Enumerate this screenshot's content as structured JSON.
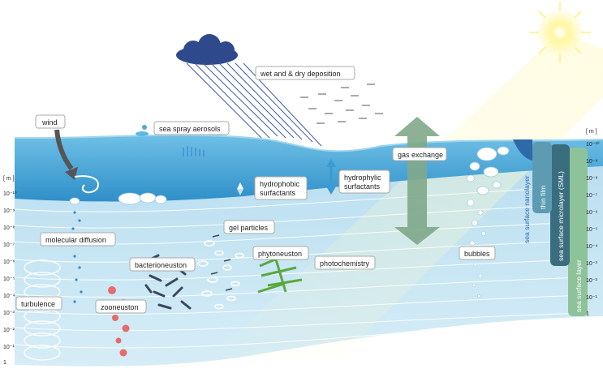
{
  "labels": {
    "wind": "wind",
    "sea_spray": "sea spray aerosols",
    "deposition": "wet and & dry deposition",
    "gas_exchange": "gas exchange",
    "hydrophobic": [
      "hydrophobic",
      "surfactants"
    ],
    "hydrophylic": [
      "hydrophylic",
      "surfactants"
    ],
    "gel_particles": "gel particles",
    "molecular_diffusion": "molecular diffusion",
    "bacterioneuston": "bacterioneuston",
    "phytoneuston": "phytoneuston",
    "photochemistry": "photochemistry",
    "bubbles": "bubbles",
    "turbulence": "turbulence",
    "zooneuston": "zooneuston"
  },
  "layers": {
    "nanolayer": "sea surface nanolayer",
    "thin_film": "thin film",
    "microlayer": "sea surface microlayer (SML)",
    "surface_layer": "sea surface layer"
  },
  "scale_unit": "[ m ]",
  "scale_left": [
    "10⁻¹⁰",
    "10⁻⁹",
    "10⁻⁸",
    "10⁻⁷",
    "10⁻⁶",
    "10⁻⁵",
    "10⁻⁴",
    "10⁻³",
    "10⁻²",
    "10⁻¹",
    "1"
  ],
  "scale_right": [
    "10⁻¹⁰",
    "10⁻⁹",
    "10⁻⁸",
    "10⁻⁷",
    "10⁻⁶",
    "10⁻⁵",
    "10⁻⁴",
    "10⁻³",
    "10⁻²",
    "10⁻¹",
    "1"
  ],
  "colors": {
    "water_light": "#c9e6f3",
    "water_surface": "#3a9bd0",
    "cloud": "#2f4a8c",
    "rain": "#3d5aa8",
    "arrow_green": "#7fa88a",
    "sun": "#fff7b0",
    "nanolayer": "#2f6aa8",
    "thin_film": "#5c9bb1",
    "microlayer": "#3a6e7f",
    "surface_layer": "#8ec39a",
    "zooneuston": "#e86b6b",
    "phytoneuston": "#5aa83c",
    "bacteria": "#3a4860"
  }
}
